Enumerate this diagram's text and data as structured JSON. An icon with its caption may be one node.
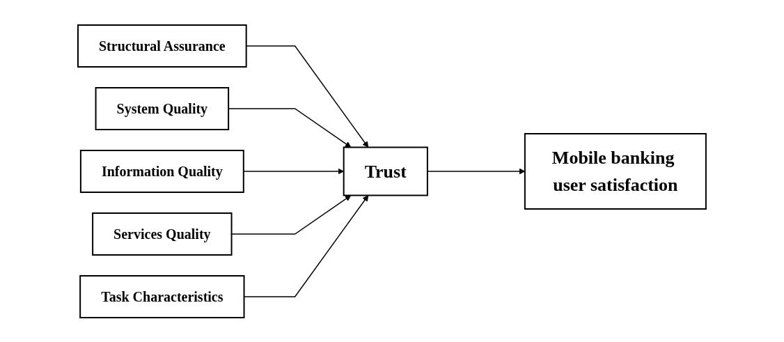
{
  "diagram": {
    "nodes": [
      {
        "text": [
          "Structural Assurance"
        ]
      },
      {
        "text": [
          "System Quality"
        ]
      },
      {
        "text": [
          "Information Quality"
        ]
      },
      {
        "text": [
          "Services Quality"
        ]
      },
      {
        "text": [
          "Trust"
        ]
      },
      {
        "text": [
          "Mobile banking user satisfaction"
        ]
      },
      {
        "text": [
          "Task Characteristics"
        ]
      }
    ],
    "edges": [
      {
        "from": 0,
        "to": 4,
        "arrow": "to"
      },
      {
        "from": 1,
        "to": 4,
        "arrow": "to"
      },
      {
        "from": 2,
        "to": 4,
        "arrow": "to"
      },
      {
        "from": 3,
        "to": 4,
        "arrow": "to"
      },
      {
        "from": 6,
        "to": 4,
        "arrow": "to"
      },
      {
        "from": 4,
        "to": 5,
        "arrow": "to"
      }
    ]
  }
}
